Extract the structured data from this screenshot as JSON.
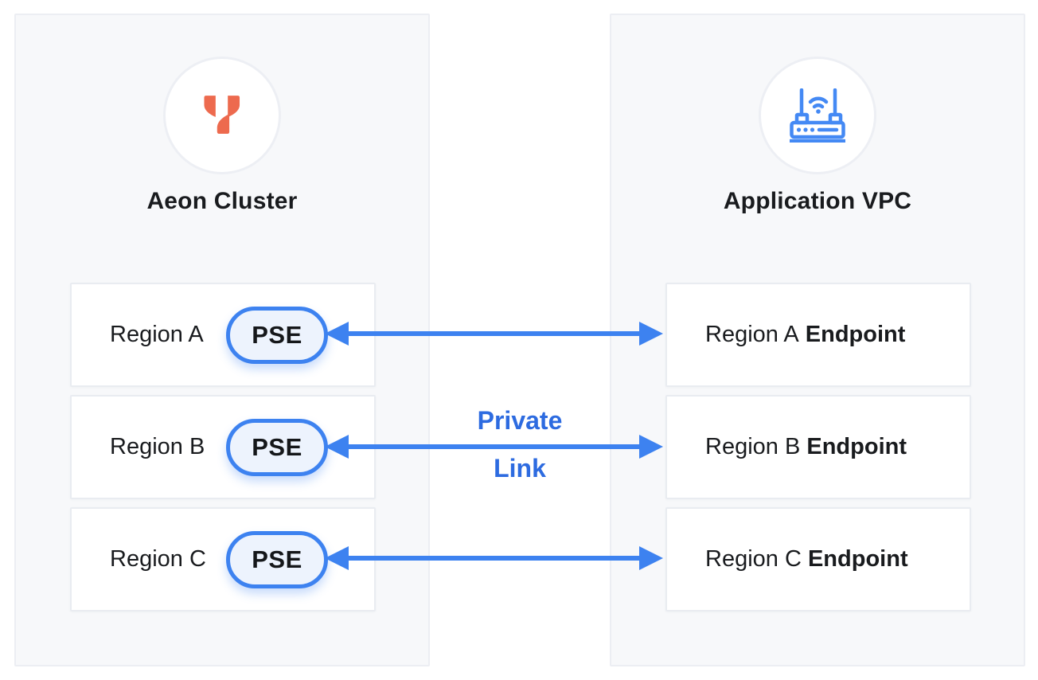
{
  "diagram": {
    "left_panel": {
      "title": "Aeon Cluster",
      "logo_icon": "aeon-y-logo",
      "rows": [
        {
          "region": "Region A",
          "badge": "PSE"
        },
        {
          "region": "Region B",
          "badge": "PSE"
        },
        {
          "region": "Region C",
          "badge": "PSE"
        }
      ]
    },
    "right_panel": {
      "title": "Application VPC",
      "logo_icon": "wifi-router",
      "rows": [
        {
          "region": "Region A",
          "suffix": "Endpoint"
        },
        {
          "region": "Region B",
          "suffix": "Endpoint"
        },
        {
          "region": "Region C",
          "suffix": "Endpoint"
        }
      ]
    },
    "connection_label": {
      "line1": "Private",
      "line2": "Link"
    },
    "colors": {
      "arrow_blue": "#3D82F0",
      "label_blue": "#2D6BE0",
      "logo_coral": "#ED6A4E",
      "router_blue": "#4489F4",
      "panel_bg": "#F7F8FA",
      "panel_border": "#ECEEF3",
      "box_border": "#E9ECF1",
      "pill_fill": "#EDF3FD",
      "text_dark": "#191B1E"
    }
  }
}
